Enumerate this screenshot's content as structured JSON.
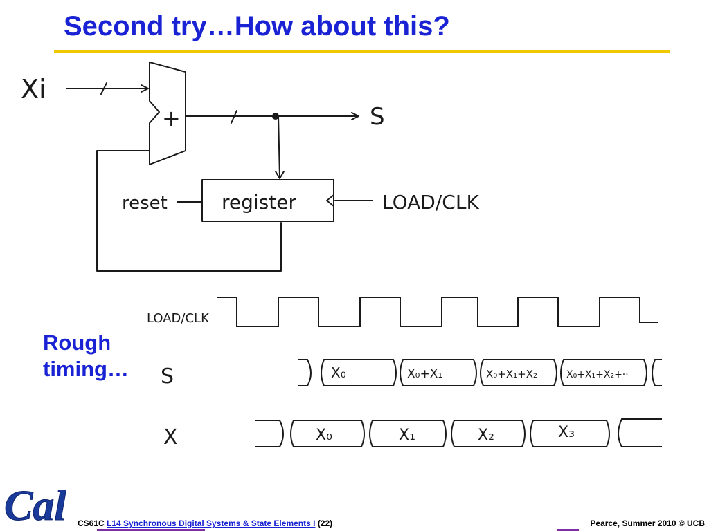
{
  "slide": {
    "title": "Second try…How about this?",
    "note_line1": "Rough",
    "note_line2": "timing…"
  },
  "diagram": {
    "input_label": "Xi",
    "adder_symbol": "+",
    "output_label": "S",
    "reset_label": "reset",
    "register_label": "register",
    "load_clk_label": "LOAD/CLK"
  },
  "timing": {
    "clk_label": "LOAD/CLK",
    "s_label": "S",
    "x_label": "X",
    "s_values": [
      "X₀",
      "X₀+X₁",
      "X₀+X₁+X₂",
      "X₀+X₁+X₂+··"
    ],
    "x_values": [
      "X₀",
      "X₁",
      "X₂",
      "X₃"
    ]
  },
  "footer": {
    "course": "CS61C",
    "lecture": "L14 Synchronous Digital Systems & State Elements I",
    "slide_number": "(22)",
    "credit": "Pearce, Summer 2010 © UCB"
  },
  "logo": {
    "text": "Cal",
    "color": "#1a3a9a"
  },
  "colors": {
    "title": "#1a23d4",
    "rule": "#f0c800",
    "accent": "#7b2fa3"
  }
}
